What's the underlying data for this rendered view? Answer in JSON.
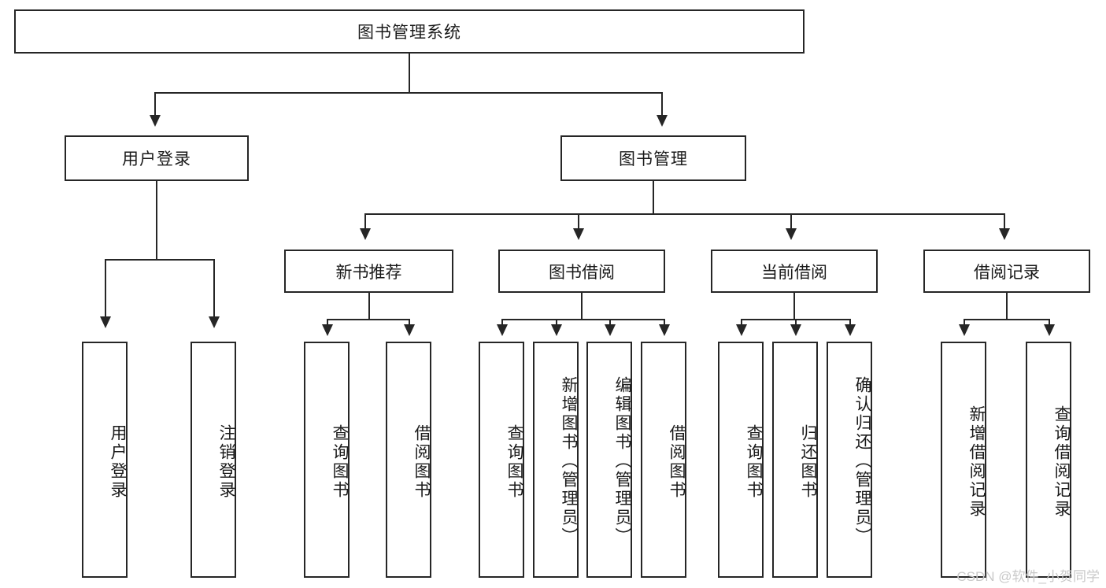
{
  "diagram": {
    "type": "tree",
    "title": "图书管理系统",
    "root": {
      "label": "图书管理系统"
    },
    "level2": [
      {
        "label": "用户登录"
      },
      {
        "label": "图书管理"
      }
    ],
    "level3": [
      {
        "label": "新书推荐"
      },
      {
        "label": "图书借阅"
      },
      {
        "label": "当前借阅"
      },
      {
        "label": "借阅记录"
      }
    ],
    "leaves": {
      "user_login": [
        {
          "label": "用户登录"
        },
        {
          "label": "注销登录"
        }
      ],
      "new_book_recommend": [
        {
          "label": "查询图书"
        },
        {
          "label": "借阅图书"
        }
      ],
      "book_borrow": [
        {
          "label": "查询图书"
        },
        {
          "label": "新增图书（管理员）"
        },
        {
          "label": "编辑图书（管理员）"
        },
        {
          "label": "借阅图书"
        }
      ],
      "current_borrow": [
        {
          "label": "查询图书"
        },
        {
          "label": "归还图书"
        },
        {
          "label": "确认归还（管理员）"
        }
      ],
      "borrow_record": [
        {
          "label": "新增借阅记录"
        },
        {
          "label": "查询借阅记录"
        }
      ]
    }
  },
  "watermark": {
    "text": "CSDN @软件_小贺同学"
  },
  "colors": {
    "stroke": "#262626",
    "fill": "#ffffff",
    "text": "#1a1a1a",
    "watermark": "#c9c9c9"
  }
}
